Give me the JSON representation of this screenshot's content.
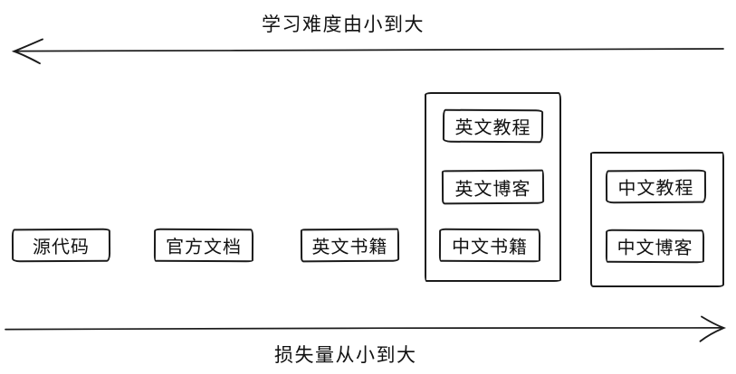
{
  "axes": {
    "top": {
      "label": "学习难度由小到大",
      "direction": "left"
    },
    "bottom": {
      "label": "损失量从小到大",
      "direction": "right"
    }
  },
  "standalone_boxes": [
    {
      "label": "源代码"
    },
    {
      "label": "官方文档"
    },
    {
      "label": "英文书籍"
    }
  ],
  "groups": [
    {
      "items": [
        {
          "label": "英文教程"
        },
        {
          "label": "英文博客"
        },
        {
          "label": "中文书籍"
        }
      ]
    },
    {
      "items": [
        {
          "label": "中文教程"
        },
        {
          "label": "中文博客"
        }
      ]
    }
  ],
  "colors": {
    "stroke": "#1b1b1b",
    "text": "#111111",
    "background": "#ffffff"
  }
}
